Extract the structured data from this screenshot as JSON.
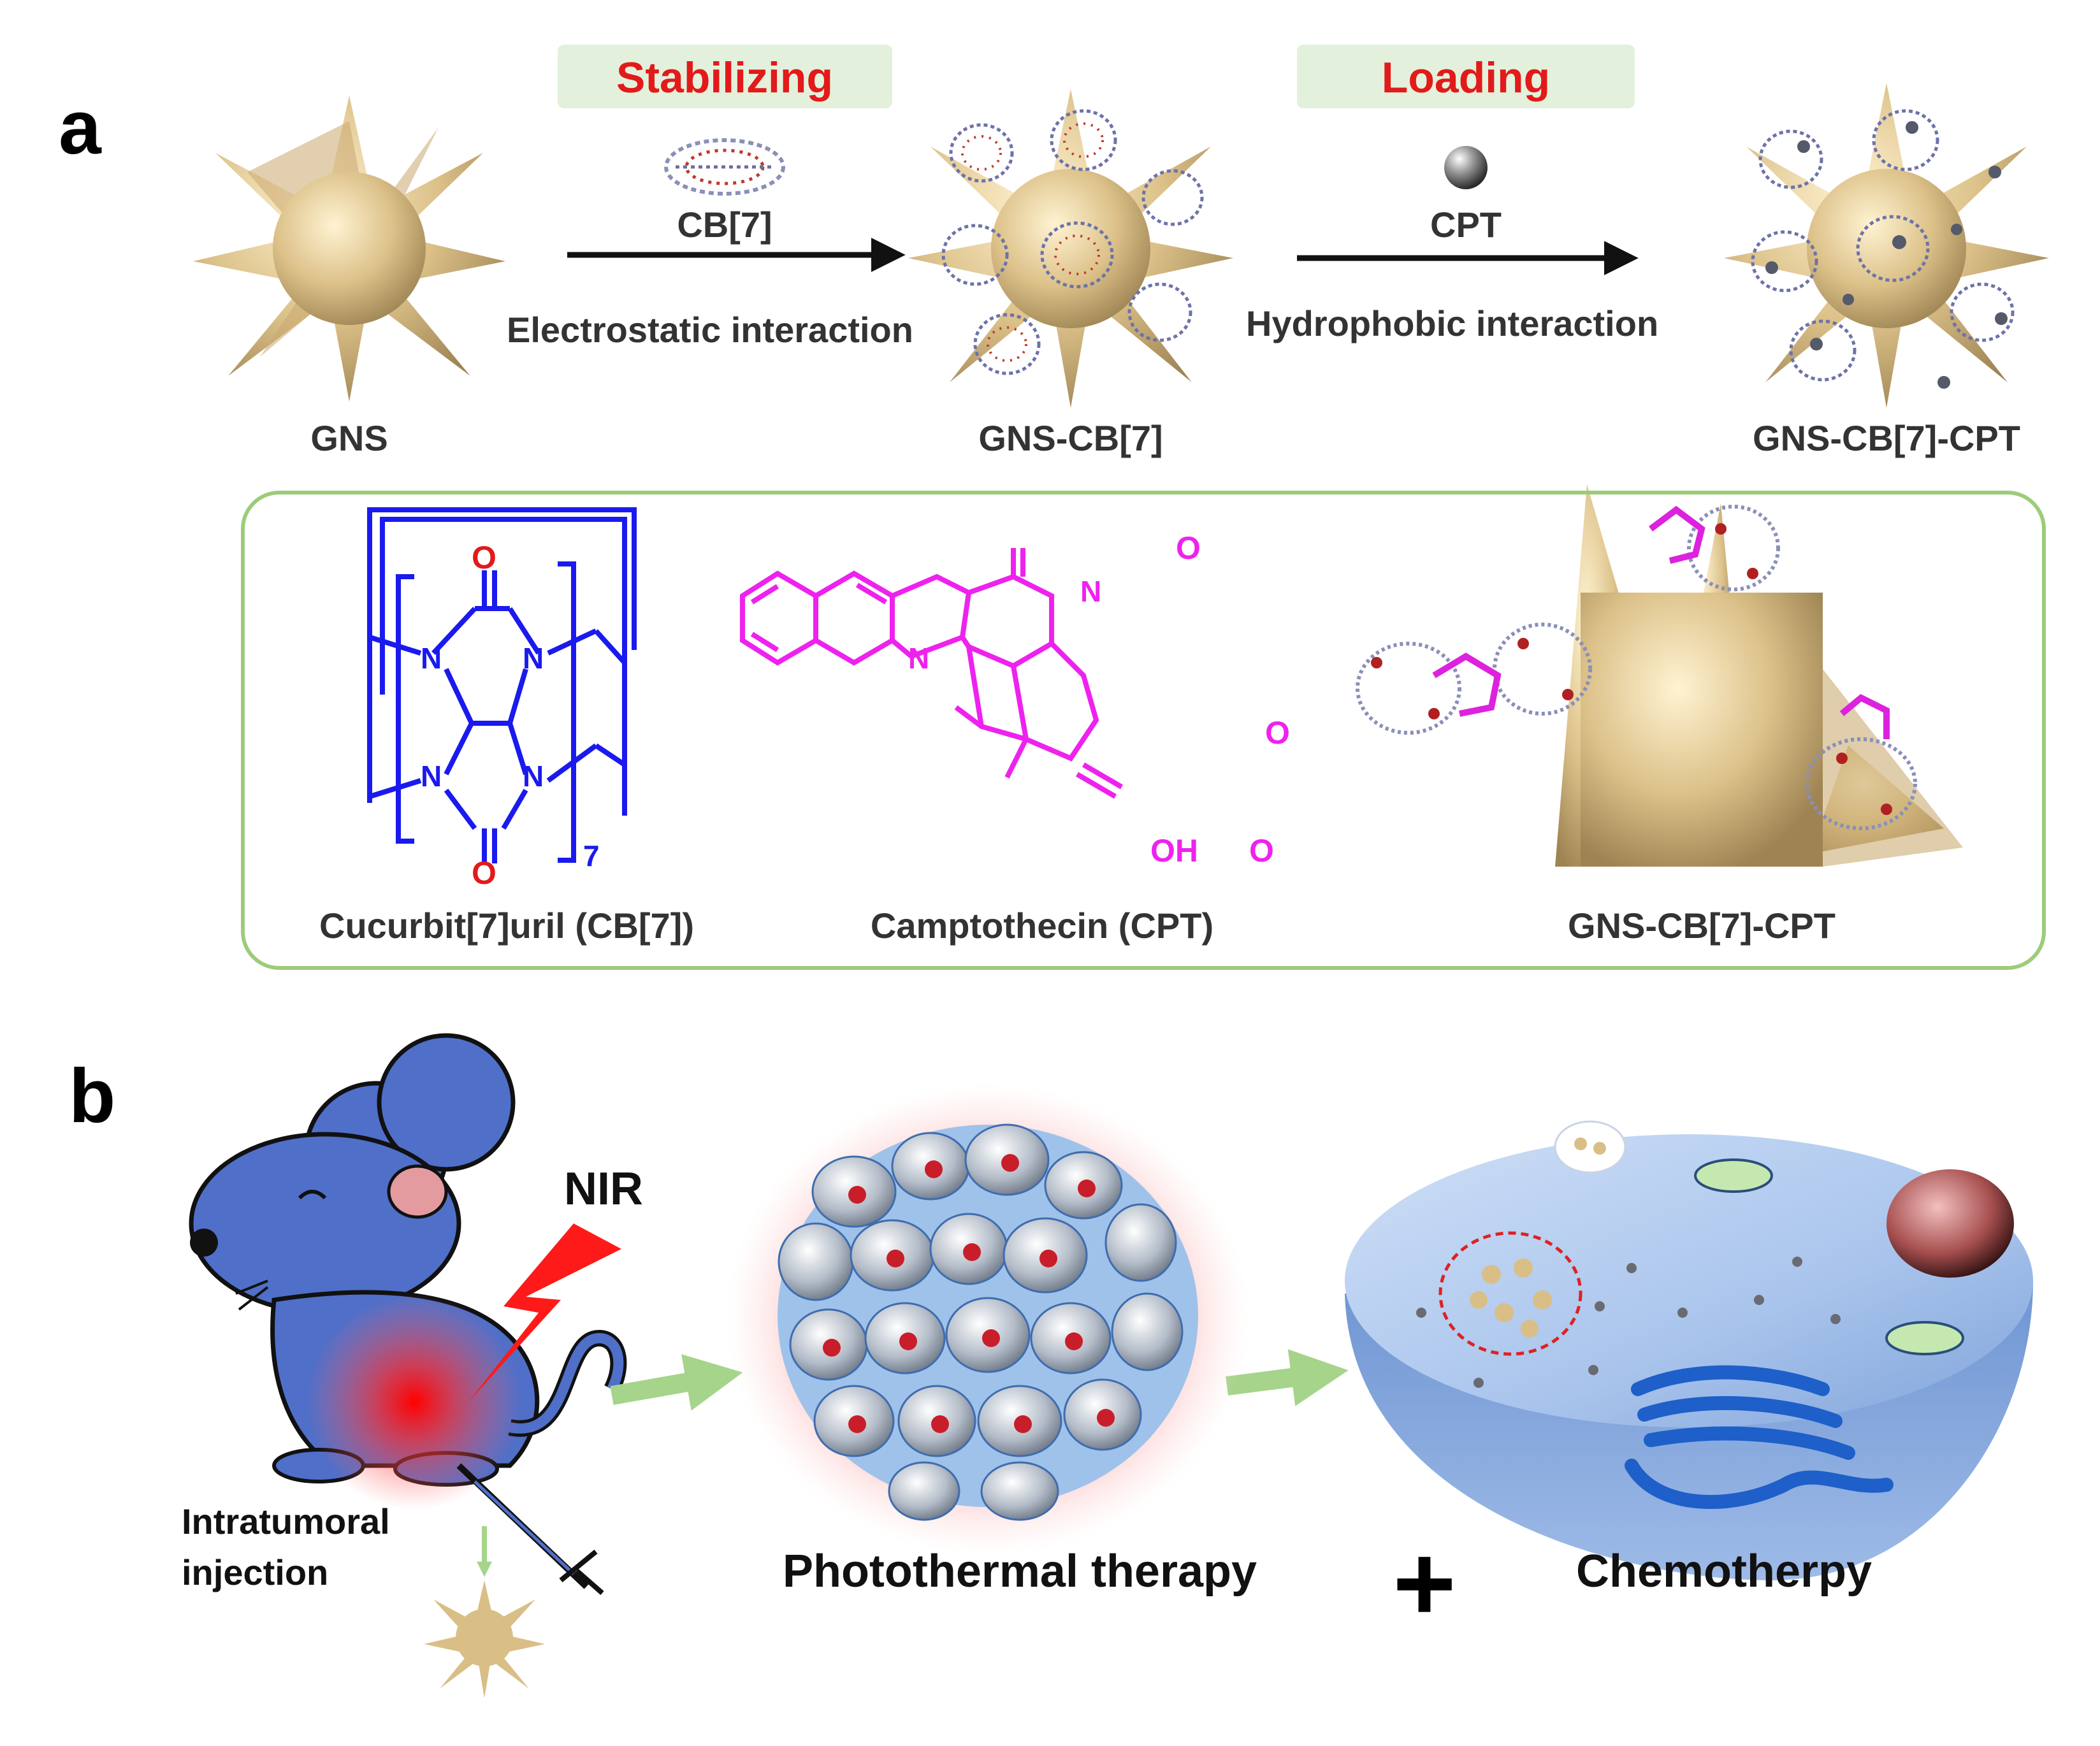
{
  "panel_a": {
    "letter": "a",
    "step1_label": "Stabilizing",
    "step1_reagent": "CB[7]",
    "step1_interaction": "Electrostatic interaction",
    "step2_label": "Loading",
    "step2_reagent": "CPT",
    "step2_interaction": "Hydrophobic interaction",
    "product1": "GNS",
    "product2": "GNS-CB[7]",
    "product3": "GNS-CB[7]-CPT",
    "structures": {
      "cb7_name": "Cucurbit[7]uril (CB[7])",
      "cb7_subscript": "7",
      "cpt_name": "Camptothecin (CPT)",
      "complex_name": "GNS-CB[7]-CPT",
      "atom_o": "O",
      "atom_n": "N",
      "atom_oh": "OH"
    }
  },
  "panel_b": {
    "letter": "b",
    "nir": "NIR",
    "injection_line1": "Intratumoral",
    "injection_line2": "injection",
    "therapy1": "Photothermal therapy",
    "plus": "+",
    "therapy2": "Chemotherpy"
  },
  "colors": {
    "gold": "#d9bf86",
    "cb7_blue": "#1a1aee",
    "cpt_magenta": "#ee22ee",
    "label_red": "#e21a1a",
    "box_green": "#9ccc7a",
    "mouse_blue": "#4f6fc9",
    "cell_blue": "#7aa4dc"
  }
}
